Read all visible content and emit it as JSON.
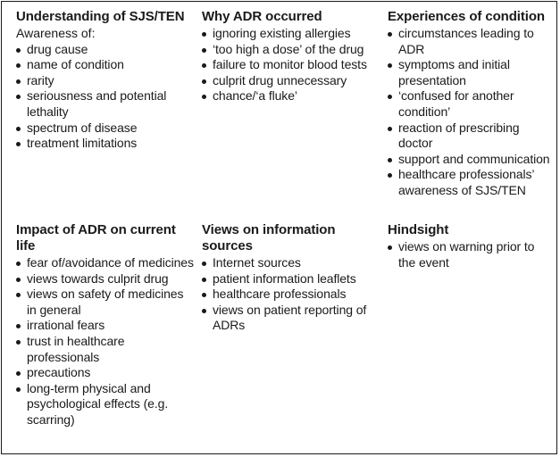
{
  "cells": [
    {
      "heading": "Understanding of SJS/TEN",
      "intro": "Awareness of:",
      "items": [
        "drug cause",
        "name of condition",
        "rarity",
        "seriousness and potential lethality",
        "spectrum of disease",
        "treatment limitations"
      ]
    },
    {
      "heading": "Why ADR occurred",
      "items": [
        "ignoring existing allergies",
        "‘too high a dose’ of the drug",
        "failure to monitor blood tests",
        "culprit drug unnecessary",
        "chance/‘a fluke’"
      ]
    },
    {
      "heading": "Experiences of condition",
      "items": [
        "circumstances leading to ADR",
        "symptoms and initial presentation",
        "‘confused for another condition’",
        "reaction of prescribing doctor",
        "support and communication",
        "healthcare professionals’ awareness of SJS/TEN"
      ]
    },
    {
      "heading": "Impact of ADR on current life",
      "items": [
        "fear of/avoidance of medicines",
        "views towards culprit drug",
        "views on safety of medicines in general",
        "irrational fears",
        "trust in healthcare professionals",
        "precautions",
        "long-term physical and psychological effects (e.g. scarring)"
      ]
    },
    {
      "heading": "Views on information sources",
      "items": [
        "Internet sources",
        "patient information leaflets",
        "healthcare professionals",
        "views on patient reporting of ADRs"
      ]
    },
    {
      "heading": "Hindsight",
      "items": [
        "views on warning prior to the event"
      ]
    }
  ]
}
